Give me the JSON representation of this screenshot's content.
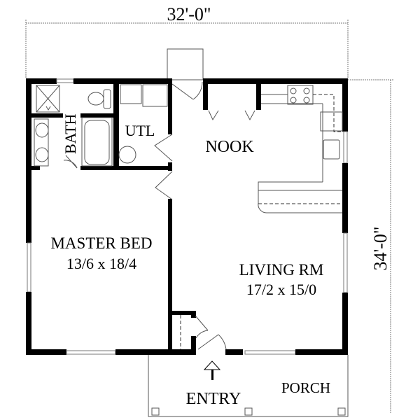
{
  "dimensions": {
    "width": "32'-0\"",
    "depth": "34'-0\""
  },
  "rooms": {
    "bath": {
      "name": "BATH"
    },
    "utility": {
      "name": "UTL"
    },
    "nook": {
      "name": "NOOK"
    },
    "master_bed": {
      "name": "MASTER BED",
      "size": "13/6 x 18/4"
    },
    "living": {
      "name": "LIVING RM",
      "size": "17/2 x 15/0"
    },
    "entry": {
      "name": "ENTRY"
    },
    "porch": {
      "name": "PORCH"
    }
  }
}
